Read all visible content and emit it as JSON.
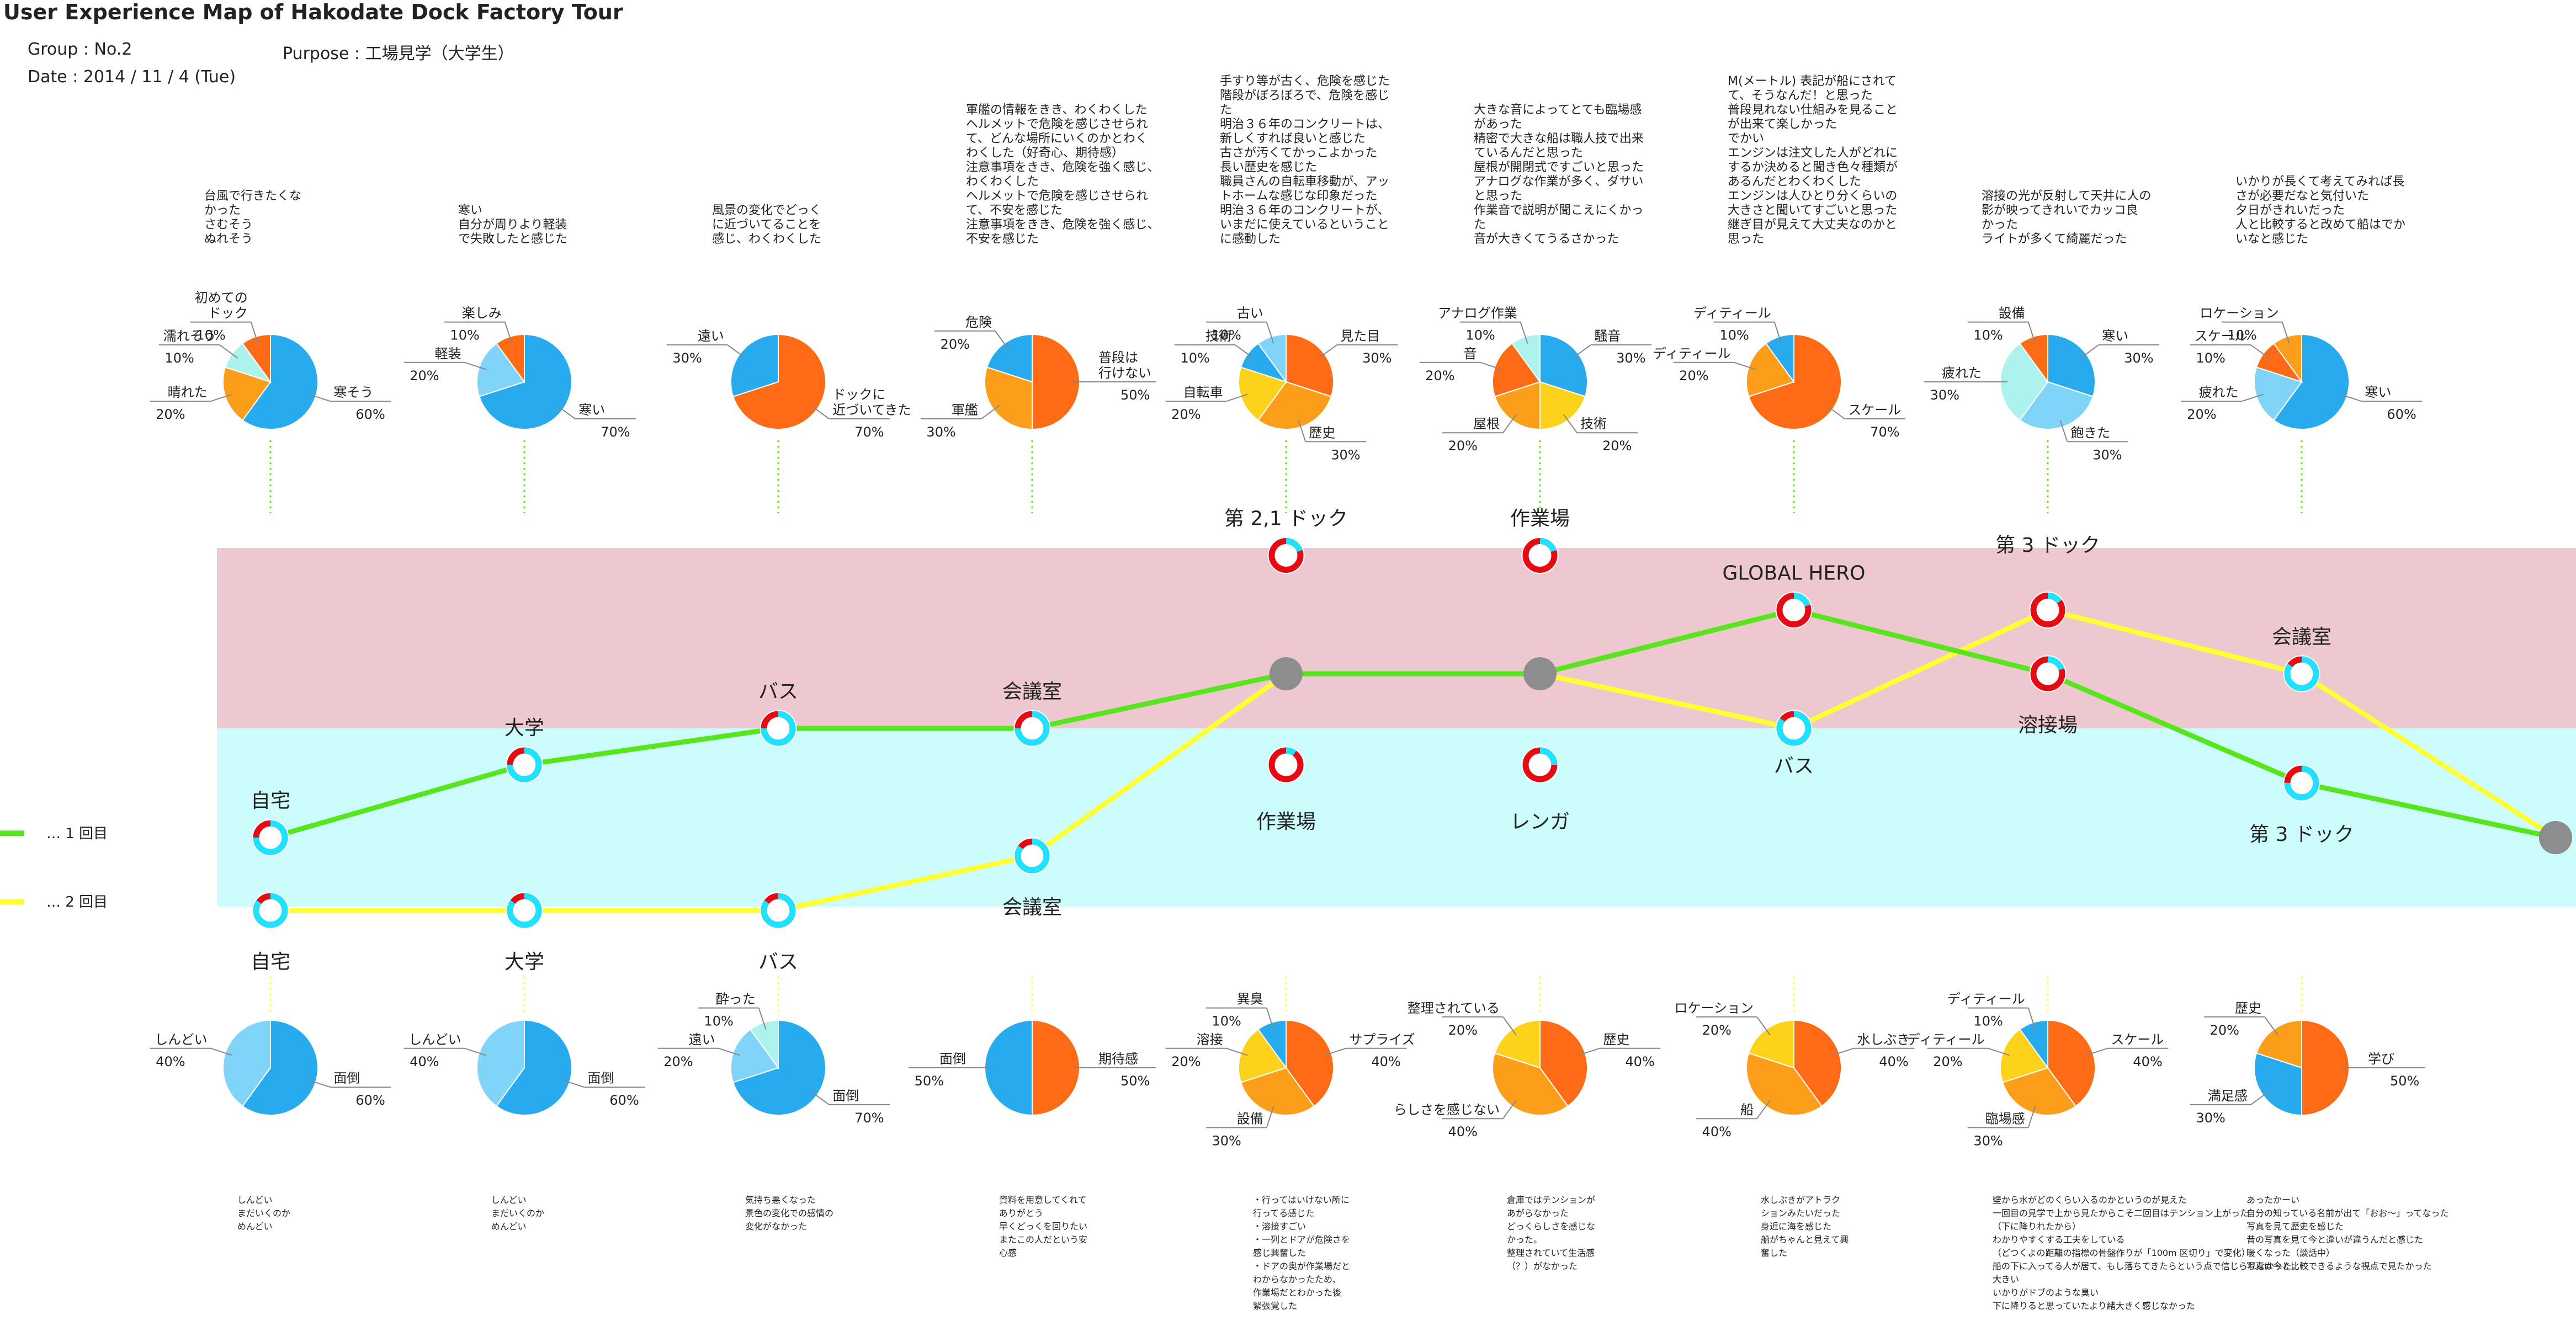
{
  "header": {
    "title": "User Experience Map of Hakodate Dock Factory Tour",
    "group": "Group : No.2",
    "purpose": "Purpose : 工場見学（大学生）",
    "date": "Date : 2014 / 11 / 4 (Tue)"
  },
  "legend": [
    {
      "label": "… 1 回目",
      "color": "#57e51d"
    },
    {
      "label": "… 2 回目",
      "color": "#ffff33"
    }
  ],
  "colors": {
    "band_upper": "#eec8cf",
    "band_lower": "#ccfcfc",
    "sky": "#27aaee",
    "light_sky": "#80d4f7",
    "cyan": "#aef2ee",
    "orange": "#ff6a14",
    "amber": "#fd9e1a",
    "yellow": "#fcd21b",
    "ring_red": "#e60a12",
    "ring_cyan": "#1ee2ff",
    "gray_node": "#8d8d8d"
  },
  "chart_data": {
    "type": "line",
    "stages": 10,
    "bands": [
      "positive",
      "negative"
    ],
    "series": [
      {
        "name": "1 回目",
        "nodes": [
          {
            "stage": 1,
            "label": "自宅",
            "score": -0.6
          },
          {
            "stage": 2,
            "label": "大学",
            "score": -0.2
          },
          {
            "stage": 3,
            "label": "バス",
            "score": 0.0
          },
          {
            "stage": 4,
            "label": "会議室",
            "score": 0.0
          },
          {
            "stage": 5,
            "label": "",
            "score": 0.3
          },
          {
            "stage": 6,
            "label": "",
            "score": 0.3
          },
          {
            "stage": 7,
            "label": "GLOBAL HERO",
            "score": 0.65
          },
          {
            "stage": 8,
            "label": "溶接場",
            "score": 0.3
          },
          {
            "stage": 9,
            "label": "第 3 ドック",
            "score": -0.3
          },
          {
            "stage": 10,
            "label": "",
            "score": -0.6
          }
        ]
      },
      {
        "name": "2 回目",
        "nodes": [
          {
            "stage": 1,
            "label": "自宅",
            "score": -1.0
          },
          {
            "stage": 2,
            "label": "大学",
            "score": -1.0
          },
          {
            "stage": 3,
            "label": "バス",
            "score": -1.0
          },
          {
            "stage": 4,
            "label": "会議室",
            "score": -0.7
          },
          {
            "stage": 5,
            "label": "",
            "score": 0.3
          },
          {
            "stage": 6,
            "label": "",
            "score": 0.3
          },
          {
            "stage": 7,
            "label": "バス",
            "score": 0.0
          },
          {
            "stage": 8,
            "label": "",
            "score": 0.65
          },
          {
            "stage": 9,
            "label": "会議室",
            "score": 0.3
          },
          {
            "stage": 10,
            "label": "",
            "score": -0.6
          }
        ]
      }
    ],
    "extra_rings": [
      {
        "stage": 5,
        "label": "第 2,1 ドック",
        "score": 0.95,
        "pos": 0.8
      },
      {
        "stage": 5,
        "label": "作業場",
        "score": -0.2,
        "pos": 0.9
      },
      {
        "stage": 6,
        "label": "作業場",
        "score": 0.95,
        "pos": 0.8
      },
      {
        "stage": 6,
        "label": "レンガ",
        "score": -0.2,
        "pos": 0.75
      }
    ],
    "stage_labels_top": [
      {
        "stage": 8,
        "label": "第 3 ドック"
      }
    ]
  },
  "top_comments": [
    {
      "stage": 1,
      "text": "台風で行きたくな\nかった\nさむそう\nぬれそう"
    },
    {
      "stage": 2,
      "text": "寒い\n自分が周りより軽装\nで失敗したと感じた"
    },
    {
      "stage": 3,
      "text": "風景の変化でどっく\nに近づいてることを\n感じ、わくわくした"
    },
    {
      "stage": 4,
      "text": "軍艦の情報をきき、わくわくした\nヘルメットで危険を感じさせられ\nて、どんな場所にいくのかとわく\nわくした（好奇心、期待感）\n注意事項をきき、危険を強く感じ、\nわくわくした\nヘルメットで危険を感じさせられ\nて、不安を感じた\n注意事項をきき、危険を強く感じ、\n不安を感じた"
    },
    {
      "stage": 5,
      "text": "手すり等が古く、危険を感じた\n階段がぼろぼろで、危険を感じ\nた\n明治３６年のコンクリートは、\n新しくすれば良いと感じた\n古さが汚くてかっこよかった\n長い歴史を感じた\n職員さんの自転車移動が、アッ\nトホームな感じな印象だった\n明治３６年のコンクリートが、\nいまだに使えているということ\nに感動した"
    },
    {
      "stage": 6,
      "text": "大きな音によってとても臨場感\nがあった\n精密で大きな船は職人技で出来\nているんだと思った\n屋根が開閉式ですごいと思った\nアナログな作業が多く、ダサい\nと思った\n作業音で説明が聞こえにくかっ\nた\n音が大きくてうるさかった"
    },
    {
      "stage": 7,
      "text": "M(メートル) 表記が船にされて\nて、そうなんだ！と思った\n普段見れない仕組みを見ること\nが出来て楽しかった\nでかい\nエンジンは注文した人がどれに\nするか決めると聞き色々種類が\nあるんだとわくわくした\nエンジンは人ひとり分くらいの\n大きさと聞いてすごいと思った\n継ぎ目が見えて大丈夫なのかと\n思った"
    },
    {
      "stage": 8,
      "text": "溶接の光が反射して天井に人の\n影が映ってきれいでカッコ良\nかった\nライトが多くて綺麗だった"
    },
    {
      "stage": 9,
      "text": "いかりが長くて考えてみれば長\nさが必要だなと気付いた\n夕日がきれいだった\n人と比較すると改めて船はでか\nいなと感じた"
    }
  ],
  "bottom_comments": [
    {
      "stage": 1,
      "text": "しんどい\nまだいくのか\nめんどい"
    },
    {
      "stage": 2,
      "text": "しんどい\nまだいくのか\nめんどい"
    },
    {
      "stage": 3,
      "text": "気持ち悪くなった\n景色の変化での感情の\n変化がなかった"
    },
    {
      "stage": 4,
      "text": "資料を用意してくれて\nありがとう\n早くどっくを回りたい\nまたこの人だという安\n心感"
    },
    {
      "stage": 5,
      "text": "・行ってはいけない所に\n行ってる感じた\n・溶接すごい\n・一列とドアが危険さを\n感じ興奮した\n・ドアの奥が作業場だと\nわからなかったため、\n作業場だとわかった後\n緊張覚した"
    },
    {
      "stage": 6,
      "text": "倉庫ではテンションが\nあがらなかった\nどっくらしさを感じな\nかった。\n整理されていて生活感\n（？）がなかった"
    },
    {
      "stage": 7,
      "text": "水しぶきがアトラク\nションみたいだった\n身近に海を感じた\n船がちゃんと見えて興\n奮した"
    },
    {
      "stage": 8,
      "text": "壁から水がどのくらい入るのかというのが見えた\n一回目の見学で上から見たからこそ二回目はテンション上がった\n（下に降りれたから）\nわかりやすくする工夫をしている\n（どつくよの距離の指標の骨盤作りが「100m 区切り」で変化）\n船の下に入ってる人が居て、もし落ちてきたらという点で信じられなかった。\n大きい\nいかりがドブのような臭い\n下に降りると思っていたより緒大きく感じなかった"
    },
    {
      "stage": 9,
      "text": "あったかーい\n自分の知っている名前が出て「おお～」ってなった\n写真を見て歴史を感じた\n昔の写真を見て今と違いが違うんだと感じた\n暖くなった（談話中）\n写真は今と比較できるような視点で見たかった"
    }
  ],
  "top_pies": [
    {
      "stage": 1,
      "slices": [
        {
          "label": "寒そう",
          "pct": "60%",
          "value": 60,
          "color": "sky"
        },
        {
          "label": "晴れた",
          "pct": "20%",
          "value": 20,
          "color": "amber"
        },
        {
          "label": "濡れそう",
          "pct": "10%",
          "value": 10,
          "color": "cyan"
        },
        {
          "label": "初めての\nドック",
          "pct": "10%",
          "value": 10,
          "color": "orange"
        }
      ]
    },
    {
      "stage": 2,
      "slices": [
        {
          "label": "寒い",
          "pct": "70%",
          "value": 70,
          "color": "sky"
        },
        {
          "label": "軽装",
          "pct": "20%",
          "value": 20,
          "color": "light_sky"
        },
        {
          "label": "楽しみ",
          "pct": "10%",
          "value": 10,
          "color": "orange"
        }
      ]
    },
    {
      "stage": 3,
      "slices": [
        {
          "label": "ドックに\n近づいてきた",
          "pct": "70%",
          "value": 70,
          "color": "orange"
        },
        {
          "label": "遠い",
          "pct": "30%",
          "value": 30,
          "color": "sky"
        }
      ]
    },
    {
      "stage": 4,
      "slices": [
        {
          "label": "普段は\n行けない",
          "pct": "50%",
          "value": 50,
          "color": "orange"
        },
        {
          "label": "軍艦",
          "pct": "30%",
          "value": 30,
          "color": "amber"
        },
        {
          "label": "危険",
          "pct": "20%",
          "value": 20,
          "color": "sky"
        }
      ]
    },
    {
      "stage": 5,
      "slices": [
        {
          "label": "見た目",
          "pct": "30%",
          "value": 30,
          "color": "orange"
        },
        {
          "label": "歴史",
          "pct": "30%",
          "value": 30,
          "color": "amber"
        },
        {
          "label": "自転車",
          "pct": "20%",
          "value": 20,
          "color": "yellow"
        },
        {
          "label": "技術",
          "pct": "10%",
          "value": 10,
          "color": "sky"
        },
        {
          "label": "古い",
          "pct": "10%",
          "value": 10,
          "color": "light_sky"
        }
      ]
    },
    {
      "stage": 6,
      "slices": [
        {
          "label": "騒音",
          "pct": "30%",
          "value": 30,
          "color": "sky"
        },
        {
          "label": "技術",
          "pct": "20%",
          "value": 20,
          "color": "yellow"
        },
        {
          "label": "屋根",
          "pct": "20%",
          "value": 20,
          "color": "amber"
        },
        {
          "label": "音",
          "pct": "20%",
          "value": 20,
          "color": "orange"
        },
        {
          "label": "アナログ作業",
          "pct": "10%",
          "value": 10,
          "color": "cyan"
        }
      ]
    },
    {
      "stage": 7,
      "slices": [
        {
          "label": "スケール",
          "pct": "70%",
          "value": 70,
          "color": "orange"
        },
        {
          "label": "ディティール",
          "pct": "20%",
          "value": 20,
          "color": "amber"
        },
        {
          "label": "ディティール",
          "pct": "10%",
          "value": 10,
          "color": "sky"
        }
      ]
    },
    {
      "stage": 8,
      "slices": [
        {
          "label": "寒い",
          "pct": "30%",
          "value": 30,
          "color": "sky"
        },
        {
          "label": "飽きた",
          "pct": "30%",
          "value": 30,
          "color": "light_sky"
        },
        {
          "label": "疲れた",
          "pct": "30%",
          "value": 30,
          "color": "cyan"
        },
        {
          "label": "設備",
          "pct": "10%",
          "value": 10,
          "color": "orange"
        }
      ]
    },
    {
      "stage": 9,
      "slices": [
        {
          "label": "寒い",
          "pct": "60%",
          "value": 60,
          "color": "sky"
        },
        {
          "label": "疲れた",
          "pct": "20%",
          "value": 20,
          "color": "light_sky"
        },
        {
          "label": "スケール",
          "pct": "10%",
          "value": 10,
          "color": "orange"
        },
        {
          "label": "ロケーション",
          "pct": "10%",
          "value": 10,
          "color": "amber"
        }
      ]
    }
  ],
  "bottom_pies": [
    {
      "stage": 1,
      "slices": [
        {
          "label": "面倒",
          "pct": "60%",
          "value": 60,
          "color": "sky"
        },
        {
          "label": "しんどい",
          "pct": "40%",
          "value": 40,
          "color": "light_sky"
        }
      ]
    },
    {
      "stage": 2,
      "slices": [
        {
          "label": "面倒",
          "pct": "60%",
          "value": 60,
          "color": "sky"
        },
        {
          "label": "しんどい",
          "pct": "40%",
          "value": 40,
          "color": "light_sky"
        }
      ]
    },
    {
      "stage": 3,
      "slices": [
        {
          "label": "面倒",
          "pct": "70%",
          "value": 70,
          "color": "sky"
        },
        {
          "label": "遠い",
          "pct": "20%",
          "value": 20,
          "color": "light_sky"
        },
        {
          "label": "酔った",
          "pct": "10%",
          "value": 10,
          "color": "cyan"
        }
      ]
    },
    {
      "stage": 4,
      "slices": [
        {
          "label": "期待感",
          "pct": "50%",
          "value": 50,
          "color": "orange"
        },
        {
          "label": "面倒",
          "pct": "50%",
          "value": 50,
          "color": "sky"
        }
      ]
    },
    {
      "stage": 5,
      "slices": [
        {
          "label": "サプライズ",
          "pct": "40%",
          "value": 40,
          "color": "orange"
        },
        {
          "label": "設備",
          "pct": "30%",
          "value": 30,
          "color": "amber"
        },
        {
          "label": "溶接",
          "pct": "20%",
          "value": 20,
          "color": "yellow"
        },
        {
          "label": "異臭",
          "pct": "10%",
          "value": 10,
          "color": "sky"
        }
      ]
    },
    {
      "stage": 6,
      "slices": [
        {
          "label": "歴史",
          "pct": "40%",
          "value": 40,
          "color": "orange"
        },
        {
          "label": "らしさを感じない",
          "pct": "40%",
          "value": 40,
          "color": "amber"
        },
        {
          "label": "整理されている",
          "pct": "20%",
          "value": 20,
          "color": "yellow"
        }
      ]
    },
    {
      "stage": 7,
      "slices": [
        {
          "label": "水しぶき",
          "pct": "40%",
          "value": 40,
          "color": "orange"
        },
        {
          "label": "船",
          "pct": "40%",
          "value": 40,
          "color": "amber"
        },
        {
          "label": "ロケーション",
          "pct": "20%",
          "value": 20,
          "color": "yellow"
        }
      ]
    },
    {
      "stage": 8,
      "slices": [
        {
          "label": "スケール",
          "pct": "40%",
          "value": 40,
          "color": "orange"
        },
        {
          "label": "臨場感",
          "pct": "30%",
          "value": 30,
          "color": "amber"
        },
        {
          "label": "ディティール",
          "pct": "20%",
          "value": 20,
          "color": "yellow"
        },
        {
          "label": "ディティール",
          "pct": "10%",
          "value": 10,
          "color": "sky"
        }
      ]
    },
    {
      "stage": 9,
      "slices": [
        {
          "label": "学び",
          "pct": "50%",
          "value": 50,
          "color": "orange"
        },
        {
          "label": "満足感",
          "pct": "30%",
          "value": 30,
          "color": "sky"
        },
        {
          "label": "歴史",
          "pct": "20%",
          "value": 20,
          "color": "amber"
        }
      ]
    }
  ]
}
